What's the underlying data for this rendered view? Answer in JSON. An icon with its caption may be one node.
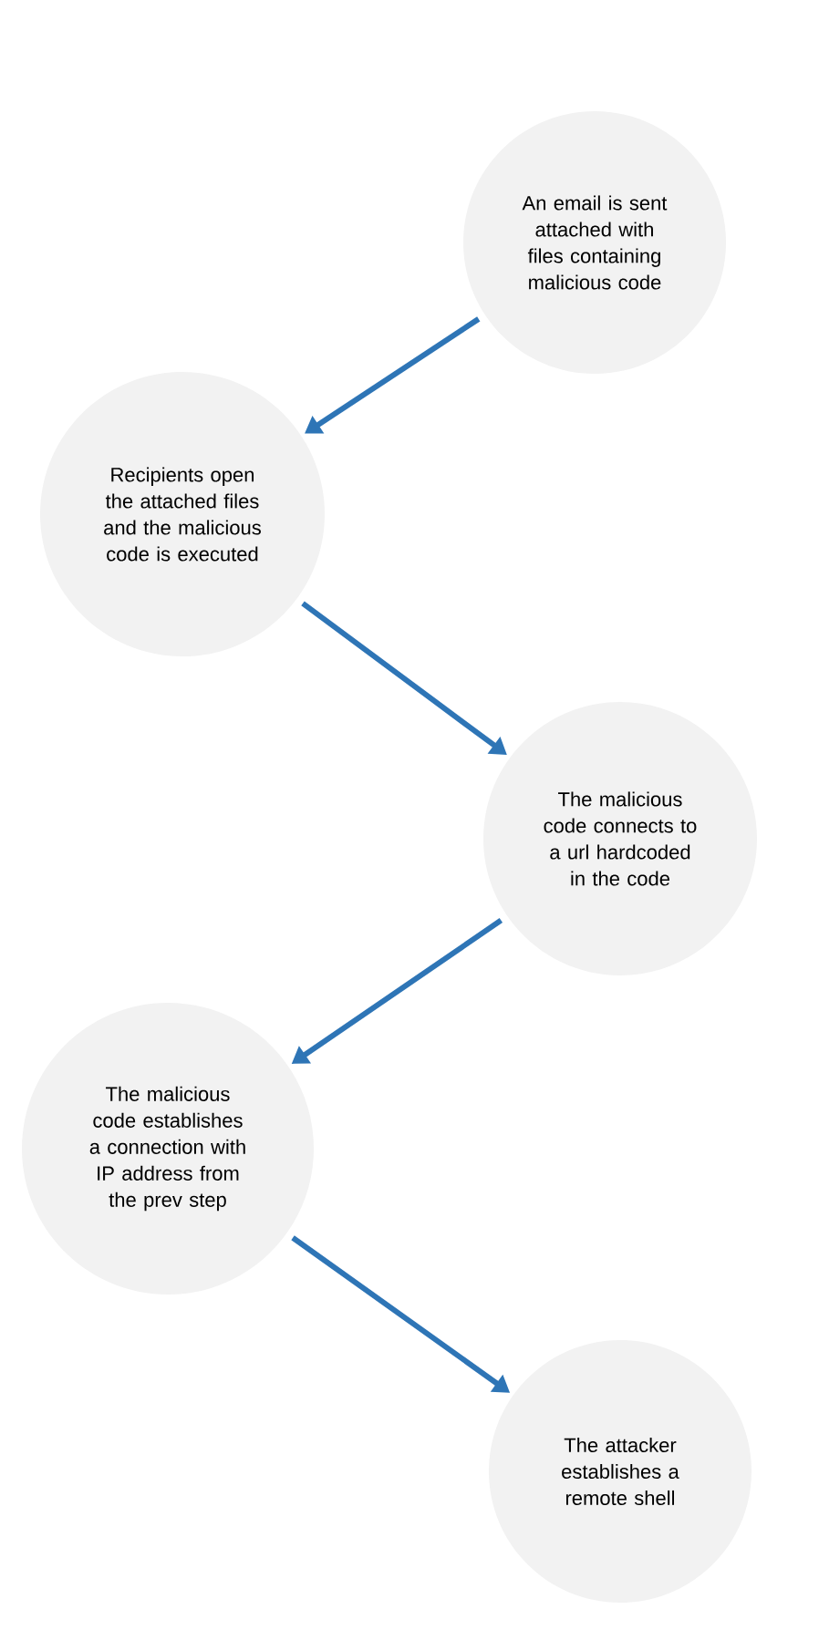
{
  "diagram": {
    "nodes": [
      {
        "text": [
          "An email is sent attached with files containing malicious code"
        ]
      },
      {
        "text": [
          "Recipients open the attached files and the malicious code is executed"
        ]
      },
      {
        "text": [
          "The malicious code connects to a url hardcoded in the code"
        ]
      },
      {
        "text": [
          "The malicious code establishes a connection with IP address from the prev step"
        ]
      },
      {
        "text": [
          "The attacker establishes a remote shell"
        ]
      }
    ],
    "edges": [
      {
        "from": 0,
        "to": 1,
        "arrow": "to"
      },
      {
        "from": 1,
        "to": 2,
        "arrow": "to"
      },
      {
        "from": 2,
        "to": 3,
        "arrow": "to"
      },
      {
        "from": 3,
        "to": 4,
        "arrow": "to"
      }
    ]
  }
}
